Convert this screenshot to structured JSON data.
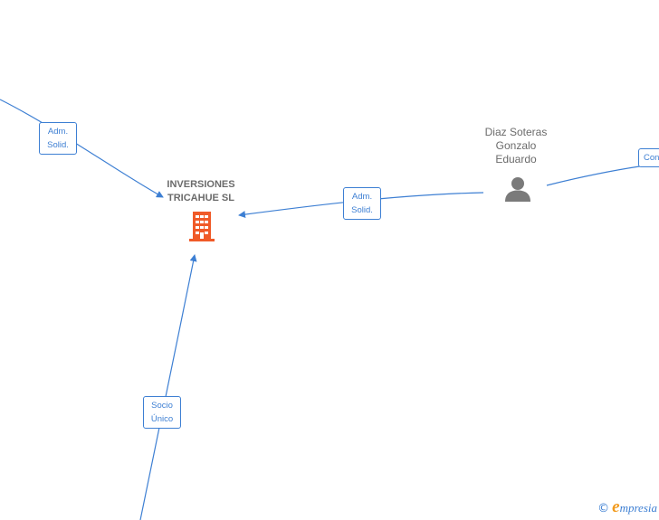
{
  "company": {
    "name_line1": "INVERSIONES",
    "name_line2": "TRICAHUE  SL",
    "icon": "building-icon",
    "color": "#f05a28"
  },
  "person": {
    "name_line1": "Diaz Soteras",
    "name_line2": "Gonzalo",
    "name_line3": "Eduardo",
    "icon": "person-icon",
    "color": "#7a7a7a"
  },
  "edges": [
    {
      "id": "edge-top-left",
      "label_line1": "Adm.",
      "label_line2": "Solid."
    },
    {
      "id": "edge-person-company",
      "label_line1": "Adm.",
      "label_line2": "Solid."
    },
    {
      "id": "edge-bottom",
      "label_line1": "Socio",
      "label_line2": "Único"
    },
    {
      "id": "edge-right",
      "label_line1": "Con",
      "label_line2": ""
    }
  ],
  "brand": {
    "copyright": "©",
    "initial": "e",
    "rest": "mpresia"
  },
  "colors": {
    "edge": "#3d7fd3",
    "text": "#6b6b6b"
  }
}
